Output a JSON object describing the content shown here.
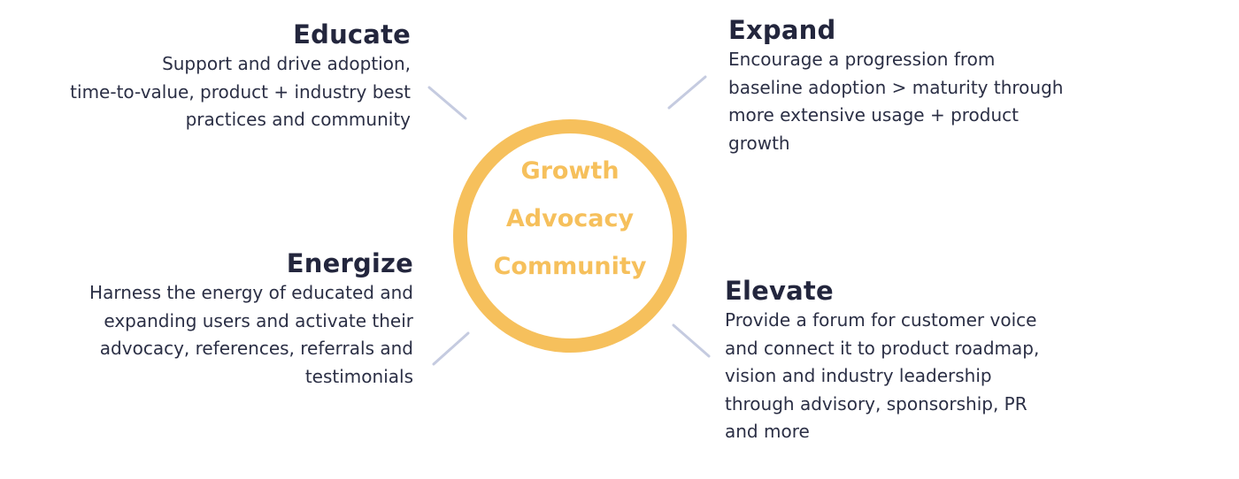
{
  "center": {
    "words": [
      "Growth",
      "Advocacy",
      "Community"
    ]
  },
  "blocks": {
    "educate": {
      "title": "Educate",
      "lines": [
        "Support and drive adoption,",
        "time-to-value, product + industry best",
        "practices and community"
      ]
    },
    "expand": {
      "title": "Expand",
      "lines": [
        "Encourage a progression from",
        "baseline adoption > maturity through",
        "more extensive usage + product",
        "growth"
      ]
    },
    "energize": {
      "title": "Energize",
      "lines": [
        "Harness the energy of educated and",
        "expanding users and activate their",
        "advocacy, references, referrals and",
        "testimonials"
      ]
    },
    "elevate": {
      "title": "Elevate",
      "lines": [
        "Provide a forum for customer voice",
        "and connect it to product roadmap,",
        "vision and industry leadership",
        "through advisory, sponsorship, PR",
        "and more"
      ]
    }
  },
  "colors": {
    "ring": "#f6c05c",
    "connector": "#c5cbe0",
    "heading": "#23263d",
    "body": "#2b2f45"
  }
}
